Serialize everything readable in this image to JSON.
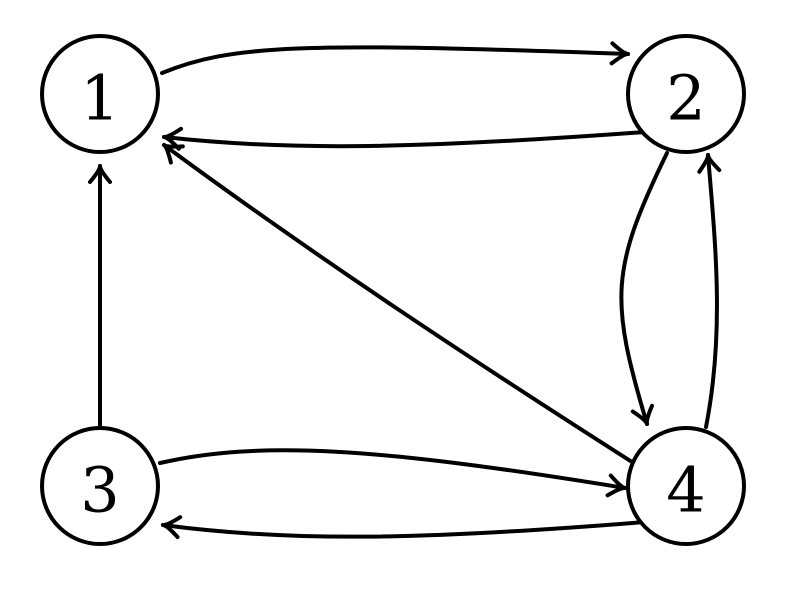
{
  "graph": {
    "nodes": [
      {
        "id": "1",
        "label": "1"
      },
      {
        "id": "2",
        "label": "2"
      },
      {
        "id": "3",
        "label": "3"
      },
      {
        "id": "4",
        "label": "4"
      }
    ],
    "edges": [
      {
        "from": "1",
        "to": "2"
      },
      {
        "from": "2",
        "to": "1"
      },
      {
        "from": "2",
        "to": "4"
      },
      {
        "from": "4",
        "to": "2"
      },
      {
        "from": "3",
        "to": "1"
      },
      {
        "from": "3",
        "to": "4"
      },
      {
        "from": "4",
        "to": "3"
      },
      {
        "from": "4",
        "to": "1"
      }
    ]
  }
}
